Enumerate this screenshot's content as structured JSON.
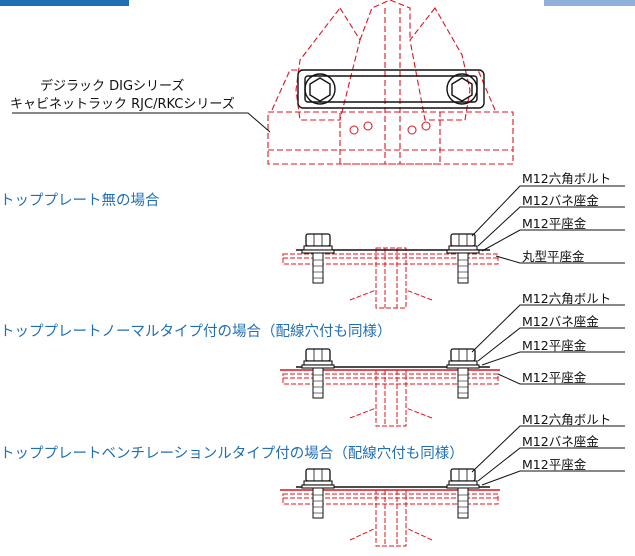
{
  "colors": {
    "accent_blue": "#1f6fb6",
    "light_blue": "#8fb0d8",
    "drawing_red": "#e0141e",
    "line_black": "#111111"
  },
  "top_labels": {
    "line1": "デジラック DIGシリーズ",
    "line2": "キャビネットラック RJC/RKCシリーズ"
  },
  "sections": [
    {
      "heading": "トッププレート無の場合",
      "callouts": [
        "M12六角ボルト",
        "M12バネ座金",
        "M12平座金",
        "丸型平座金"
      ]
    },
    {
      "heading": "トッププレートノーマルタイプ付の場合（配線穴付も同様）",
      "callouts": [
        "M12六角ボルト",
        "M12バネ座金",
        "M12平座金",
        "M12平座金"
      ]
    },
    {
      "heading": "トッププレートベンチレーションルタイプ付の場合（配線穴付も同様）",
      "callouts": [
        "M12六角ボルト",
        "M12バネ座金",
        "M12平座金"
      ]
    }
  ]
}
